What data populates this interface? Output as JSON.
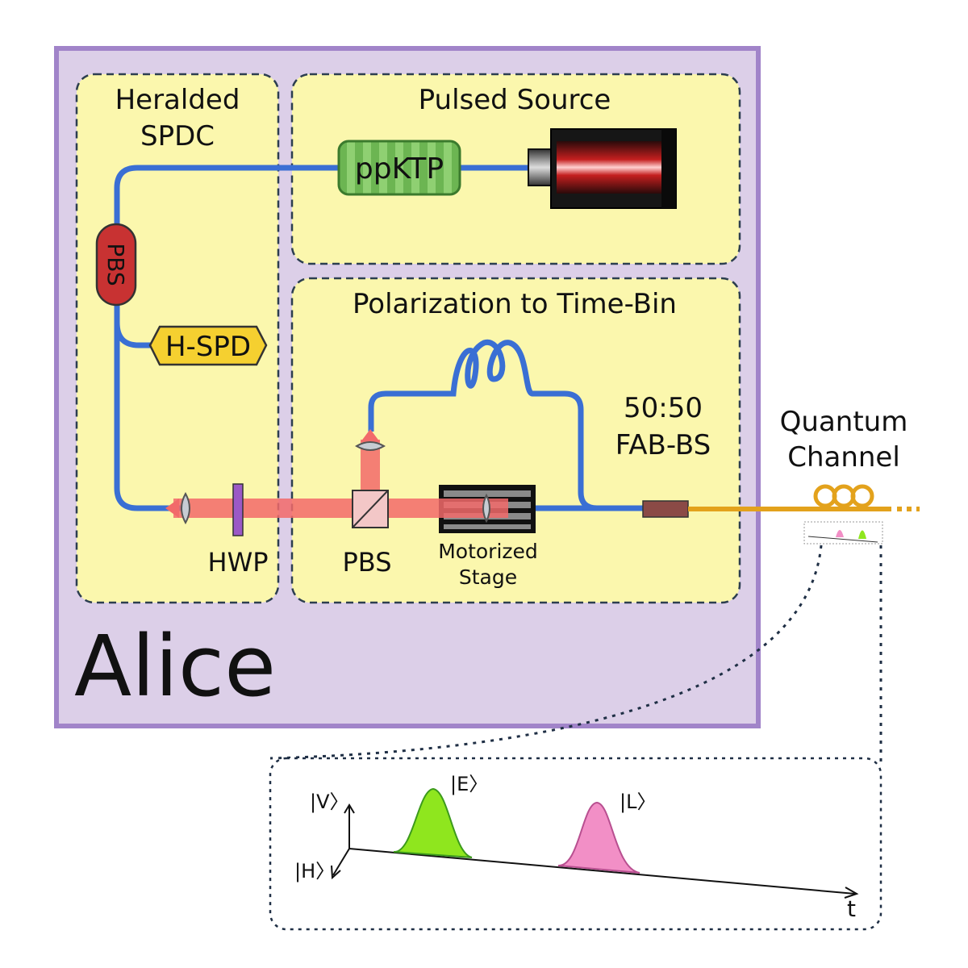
{
  "owner": "Alice",
  "panels": {
    "heralded_spdc": {
      "title_line1": "Heralded",
      "title_line2": "SPDC"
    },
    "pulsed_source": {
      "title": "Pulsed Source"
    },
    "pol_to_timebin": {
      "title": "Polarization to Time-Bin"
    }
  },
  "components": {
    "ppktp": "ppKTP",
    "pbs_fiber": "PBS",
    "h_spd": "H-SPD",
    "hwp": "HWP",
    "pbs_cube": "PBS",
    "motorized_stage_line1": "Motorized",
    "motorized_stage_line2": "Stage",
    "bs_line1": "50:50",
    "bs_line2": "FAB-BS"
  },
  "channel": {
    "line1": "Quantum",
    "line2": "Channel"
  },
  "inset": {
    "axis_v": "|V〉",
    "axis_h": "|H〉",
    "axis_t": "t",
    "pulse_early": "|E〉",
    "pulse_late": "|L〉"
  },
  "colors": {
    "alice_bg": "#dccfe8",
    "alice_border": "#a184c9",
    "panel_bg": "#fbf7ad",
    "fiber": "#3a6fd4",
    "beam": "#f26a6a",
    "ppktp": "#76bf5b",
    "pbs_fiber": "#c83232",
    "h_spd": "#f5d030",
    "hwp": "#9b59c6",
    "channel_fiber": "#e3a21c",
    "pulse_early": "#8fe61e",
    "pulse_late": "#f28fc6"
  }
}
